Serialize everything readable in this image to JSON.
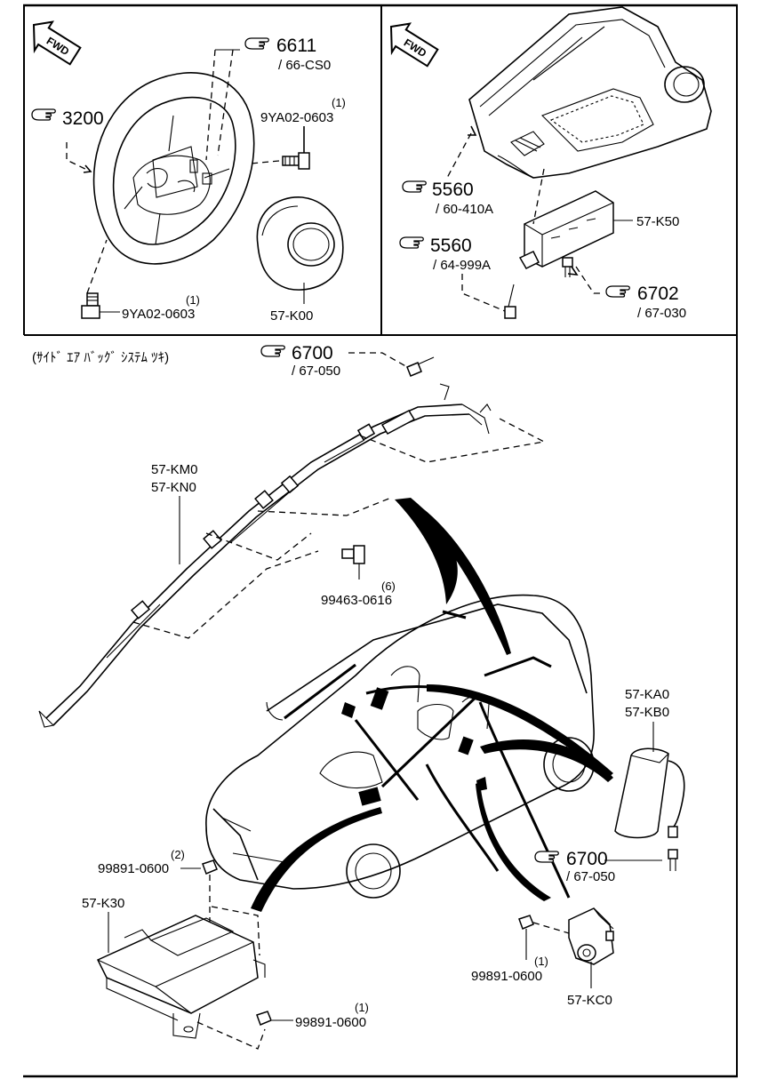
{
  "panels": {
    "steering": {
      "fwd_label": "FWD",
      "refs": [
        {
          "num": "3200",
          "sub": ""
        },
        {
          "num": "6611",
          "sub": "/ 66-CS0"
        }
      ],
      "parts": [
        {
          "code": "9YA02-0603",
          "qty": "(1)"
        },
        {
          "code": "9YA02-0603",
          "qty": "(1)"
        },
        {
          "code": "57-K00",
          "qty": ""
        }
      ]
    },
    "dashboard": {
      "fwd_label": "FWD",
      "refs": [
        {
          "num": "5560",
          "sub": "/ 60-410A"
        },
        {
          "num": "5560",
          "sub": "/ 64-999A"
        },
        {
          "num": "6702",
          "sub": "/ 67-030"
        }
      ],
      "parts": [
        {
          "code": "57-K50",
          "qty": ""
        }
      ]
    },
    "side_airbag": {
      "title": "(ｻｲﾄﾞ ｴｱ ﾊﾞｯｸﾞ ｼｽﾃﾑ ﾂｷ)",
      "refs": [
        {
          "num": "6700",
          "sub": "/ 67-050"
        },
        {
          "num": "6700",
          "sub": "/ 67-050"
        }
      ],
      "curtain_codes": [
        "57-KM0",
        "57-KN0"
      ],
      "bolt": {
        "code": "99463-0616",
        "qty": "(6)"
      },
      "seat_codes": [
        "57-KA0",
        "57-KB0"
      ],
      "nut_top": {
        "code": "99891-0600",
        "qty": "(2)"
      },
      "module": {
        "code": "57-K30"
      },
      "nut_bottom": {
        "code": "99891-0600",
        "qty": "(1)"
      },
      "nut_right": {
        "code": "99891-0600",
        "qty": "(1)"
      },
      "sensor": {
        "code": "57-KC0"
      }
    }
  },
  "icons": [
    "pointing-hand-icon",
    "fwd-arrow-icon"
  ]
}
